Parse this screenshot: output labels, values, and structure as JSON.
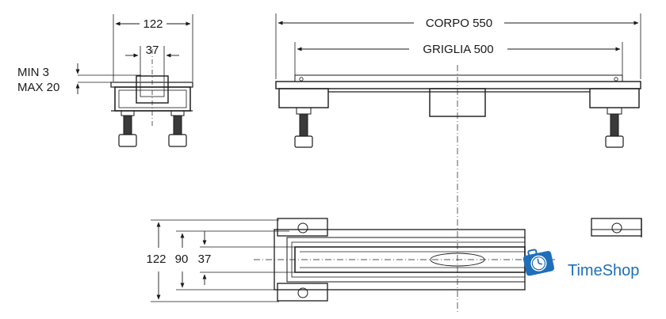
{
  "dimensions": {
    "front_width": "122",
    "front_inner": "37",
    "min_label": "MIN 3",
    "max_label": "MAX 20",
    "body_length": "CORPO 550",
    "grate_length": "GRIGLIA 500",
    "plan_outer": "122",
    "plan_middle": "90",
    "plan_inner": "37"
  },
  "logo": {
    "text": "TimeShop",
    "icon": "suitcase-clock-icon",
    "color": "#1e6fb8"
  },
  "colors": {
    "line": "#1a1a1a",
    "fill": "#f5f5f5",
    "accent": "#1e6fb8"
  }
}
